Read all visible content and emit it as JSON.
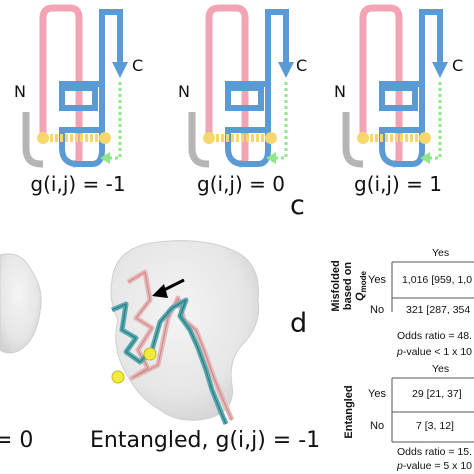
{
  "top_panel": {
    "diagrams": [
      {
        "label": "g(i,j) = -1",
        "n_label": "N",
        "c_label": "C"
      },
      {
        "label": "g(i,j) = 0",
        "n_label": "N",
        "c_label": "C"
      },
      {
        "label": "g(i,j) = 1",
        "n_label": "N",
        "c_label": "C"
      }
    ],
    "colors": {
      "n_terminal": "#b5b5b5",
      "loop": "#f2a4b4",
      "c_strand": "#5b9bd5",
      "contact": "#f5d76e",
      "entangle": "#90e68a"
    }
  },
  "bottom_left": {
    "partial_label": "= 0",
    "entangled_label": "Entangled, g(i,j) = -1"
  },
  "panel_c": {
    "letter": "c",
    "col_header": "Yes",
    "side_label_line1": "Misfolded",
    "side_label_line2": "based on",
    "side_label_q": "Q",
    "side_label_sub": "mode",
    "rows": [
      {
        "label": "Yes",
        "value": "1,016 [959, 1,0"
      },
      {
        "label": "No",
        "value": "321 [287, 354"
      }
    ],
    "odds_ratio": "Odds ratio = 48.",
    "p_prefix": "p",
    "p_value": "-value < 1 x 10"
  },
  "panel_d": {
    "letter": "d",
    "col_header": "Yes",
    "side_label": "Entangled",
    "rows": [
      {
        "label": "Yes",
        "value": "29 [21, 37]"
      },
      {
        "label": "No",
        "value": "7 [3, 12]"
      }
    ],
    "odds_ratio": "Odds ratio = 15.",
    "p_prefix": "p",
    "p_value": "-value = 5 x 10"
  }
}
